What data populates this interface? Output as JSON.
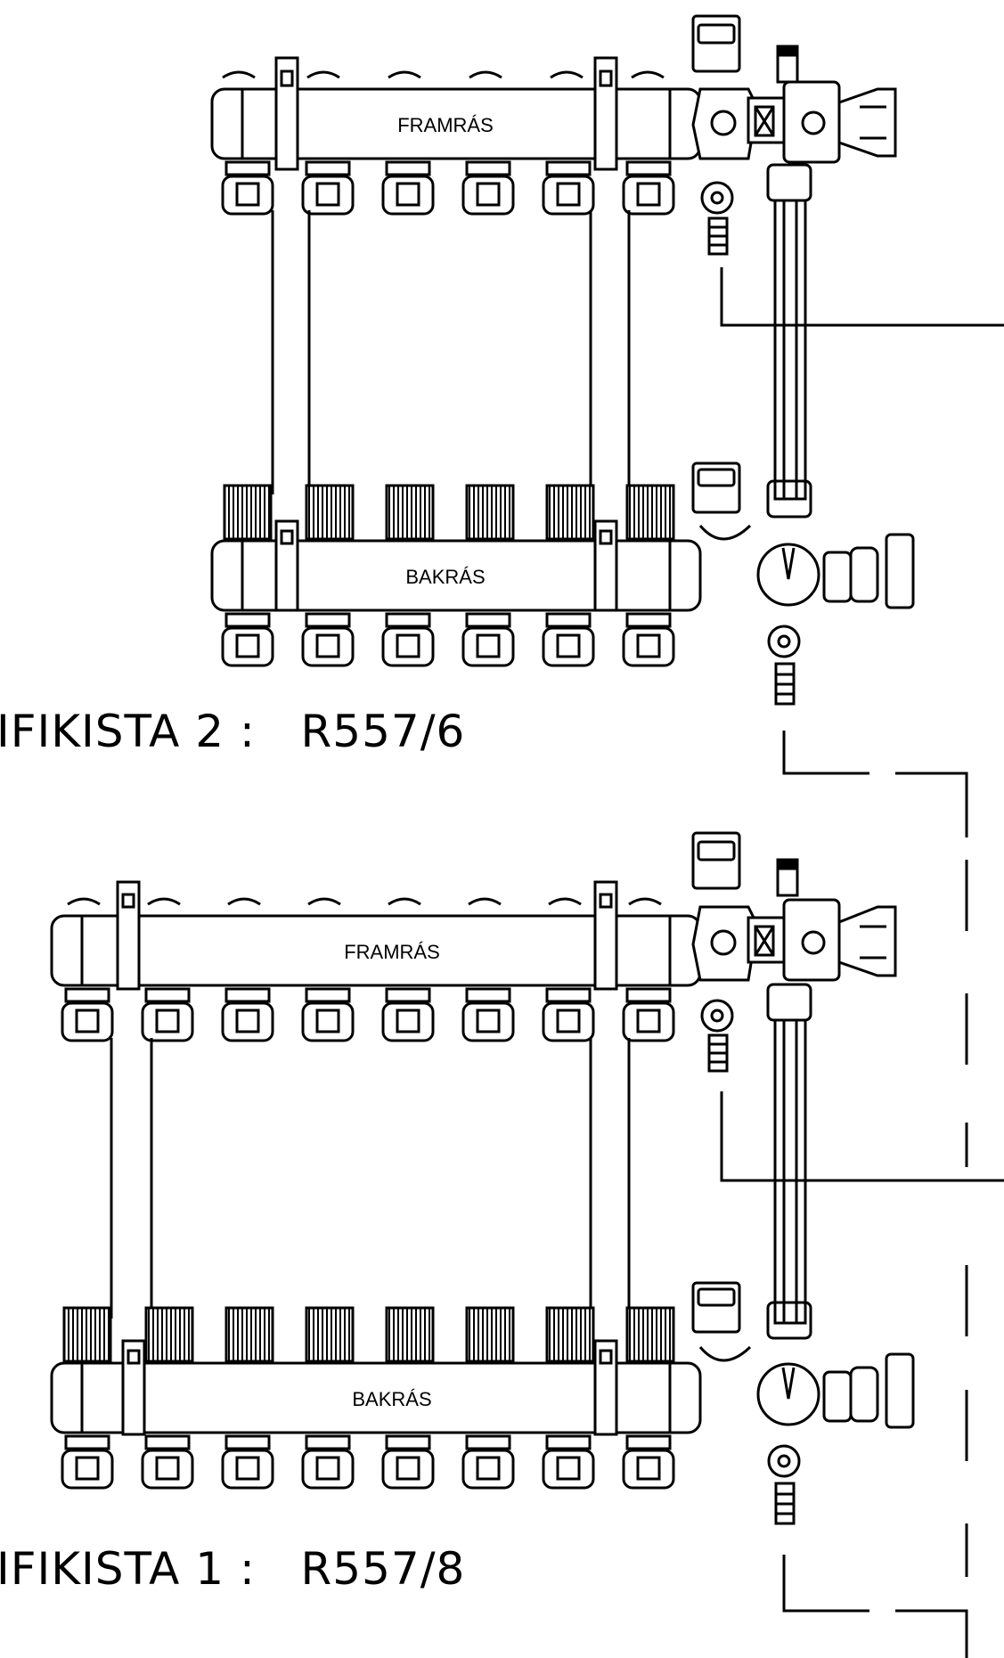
{
  "manifolds": [
    {
      "id": "top",
      "title": "IFIKISTA 2 :   R557/6",
      "supply_label": "FRAMRÁS",
      "return_label": "BAKRÁS",
      "outlets": 6
    },
    {
      "id": "bottom",
      "title": "IFIKISTA 1 :   R557/8",
      "supply_label": "FRAMRÁS",
      "return_label": "BAKRÁS",
      "outlets": 8
    }
  ]
}
